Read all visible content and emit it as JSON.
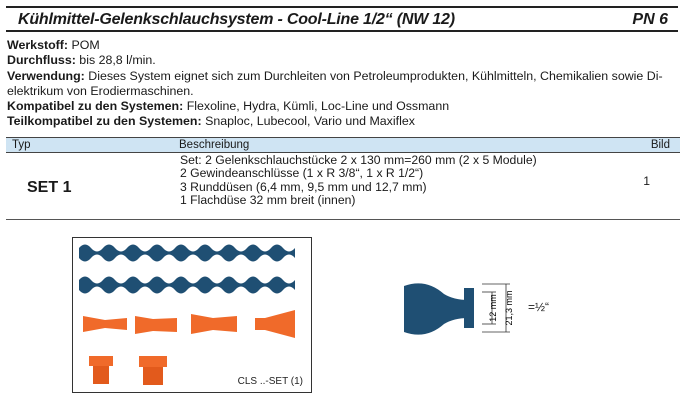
{
  "header": {
    "title": "Kühlmittel-Gelenkschlauchsystem - Cool-Line 1/2“ (NW 12)",
    "pn": "PN 6"
  },
  "specs": {
    "werkstoff_label": "Werkstoff:",
    "werkstoff_value": " POM",
    "durchfluss_label": "Durchfluss:",
    "durchfluss_value": " bis 28,8 l/min.",
    "verwendung_label": "Verwendung:",
    "verwendung_value_1": " Dieses System eignet sich zum Durchleiten von Petroleumprodukten, Kühlmitteln, Chemikalien sowie Di-",
    "verwendung_value_2": "elektrikum von Erodiermaschinen.",
    "kompatibel_label": "Kompatibel zu den Systemen:",
    "kompatibel_value": " Flexoline, Hydra, Kümli, Loc-Line und Ossmann",
    "teilkompatibel_label": "Teilkompatibel zu den Systemen:",
    "teilkompatibel_value": " Snaploc, Lubecool, Vario und Maxiflex"
  },
  "table": {
    "headers": {
      "typ": "Typ",
      "beschreibung": "Beschreibung",
      "bild": "Bild"
    },
    "row": {
      "typ": "SET 1",
      "bild": "1",
      "description": [
        "Set: 2 Gelenkschlauchstücke 2 x 130 mm=260 mm (2 x 5 Module)",
        "2 Gewindeanschlüsse (1 x R 3/8“, 1 x R 1/2“)",
        "3 Runddüsen (6,4 mm,  9,5 mm und 12,7 mm)",
        "1 Flachdüse 32 mm breit (innen)"
      ]
    }
  },
  "photo": {
    "caption": "CLS ..-SET (1)"
  },
  "detail": {
    "dim_inner": "12 mm",
    "dim_outer": "21,3 mm",
    "eq": "=½“"
  },
  "colors": {
    "hose_blue": "#1f4f73",
    "nozzle_orange": "#f06a2a",
    "table_header_bg": "#cfe4f3"
  }
}
